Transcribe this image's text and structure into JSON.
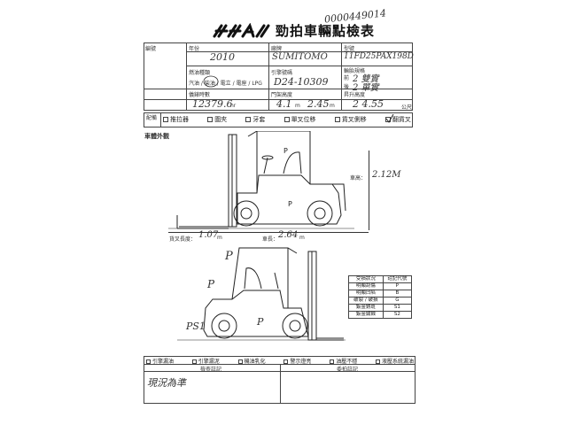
{
  "header": {
    "serial_handwritten": "0000449014",
    "title": "勁拍車輛點檢表"
  },
  "info": {
    "serial_no_label": "編號",
    "year_label": "年份",
    "year_value": "2010",
    "brand_label": "廠牌",
    "brand_value": "SUMITOMO",
    "model_label": "型號",
    "model_value": "11FD25PAX198D",
    "fuel_label": "燃油種類",
    "fuel_options": "汽油 / 柴油 / 電立 / 電座 / LPG",
    "engine_no_label": "引擎號碼",
    "engine_no_value": "D24-10309",
    "tire_label": "輪胎規格",
    "tire_front_label": "前",
    "tire_front_value": "2 雙實",
    "tire_rear_label": "後",
    "tire_rear_value": "2 單實",
    "meter_label": "儀錶時數",
    "meter_value": "12379.6",
    "meter_unit": "hr",
    "mast_label": "門架高度",
    "mast_value": "4.1",
    "mast_unit": "m",
    "mast_value2": "2.45",
    "mast_unit2": "m",
    "lift_capacity_label": "昇升高度",
    "lift_capacity_value": "2 4.55",
    "lift_capacity_unit": "公尺"
  },
  "options": {
    "label": "配備",
    "items": [
      {
        "label": "推拉器",
        "checked": false
      },
      {
        "label": "圍夾",
        "checked": false
      },
      {
        "label": "牙套",
        "checked": false
      },
      {
        "label": "單叉位移",
        "checked": false
      },
      {
        "label": "貨叉側移",
        "checked": false
      },
      {
        "label": "翻貨叉",
        "checked": true
      }
    ]
  },
  "diagram": {
    "section_label": "車體外觀",
    "height_label": "車高：",
    "height_value": "2.12M",
    "fork_length_label": "貨叉長度：",
    "fork_length_value": "1.07",
    "fork_length_unit": "m",
    "body_length_label": "車長：",
    "body_length_value": "2.64",
    "body_length_unit": "m",
    "mark_p1": "P",
    "mark_p2": "P",
    "mark_p3": "P",
    "mark_ps1": "PS1"
  },
  "legend": {
    "header_status": "受損狀況",
    "header_code": "註記代號",
    "rows": [
      {
        "status": "明顯刮傷",
        "code": "P"
      },
      {
        "status": "明顯凹陷",
        "code": "B"
      },
      {
        "status": "破裂 / 破損",
        "code": "G"
      },
      {
        "status": "鈑金銹斑",
        "code": "S1"
      },
      {
        "status": "鈑金鏽蝕",
        "code": "S2"
      }
    ]
  },
  "issues": {
    "items": [
      {
        "label": "引擎漏油",
        "checked": false
      },
      {
        "label": "引擎漏泥",
        "checked": false
      },
      {
        "label": "機油乳化",
        "checked": false
      },
      {
        "label": "警示燈亮",
        "checked": false
      },
      {
        "label": "油壓不穩",
        "checked": false
      },
      {
        "label": "液壓系統漏油",
        "checked": false
      }
    ],
    "inspection_label": "檢查註記",
    "auction_label": "委拍註記",
    "inspection_note": "現況為準"
  }
}
